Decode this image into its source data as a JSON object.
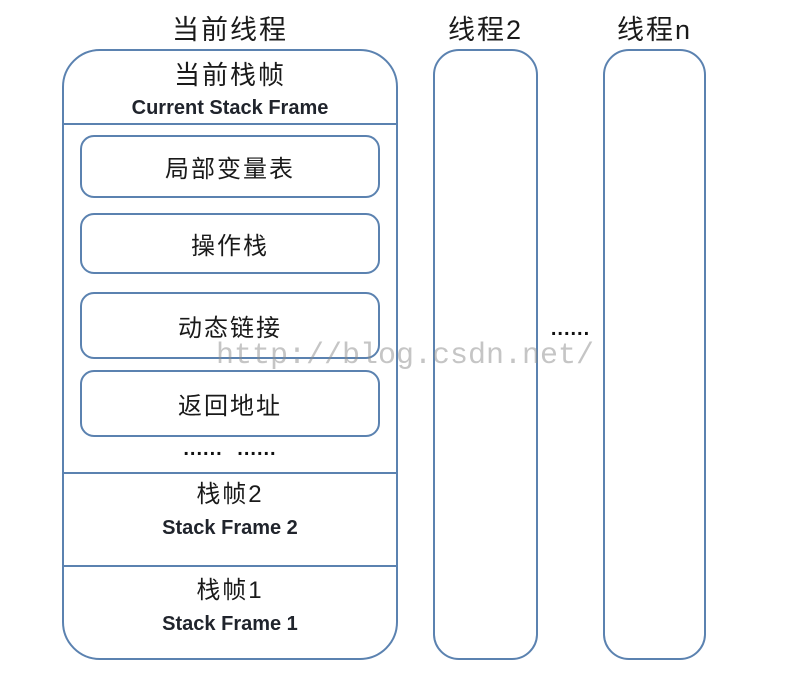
{
  "diagram": {
    "watermark": "http://blog.csdn.net/",
    "colors": {
      "border": "#5b82b0",
      "text": "#1a1a1a",
      "english_text": "#20242c",
      "watermark": "#8c8c8c"
    },
    "current_thread": {
      "title": "当前线程",
      "frame_title_zh": "当前栈帧",
      "frame_title_en": "Current Stack Frame",
      "components": [
        "局部变量表",
        "操作栈",
        "动态链接",
        "返回地址"
      ],
      "ellipsis": "...... ......",
      "frames": [
        {
          "zh": "栈帧2",
          "en": "Stack Frame 2"
        },
        {
          "zh": "栈帧1",
          "en": "Stack Frame 1"
        }
      ]
    },
    "thread2": {
      "title": "线程2"
    },
    "threadn": {
      "title": "线程n"
    },
    "between_threads_ellipsis": "......"
  }
}
